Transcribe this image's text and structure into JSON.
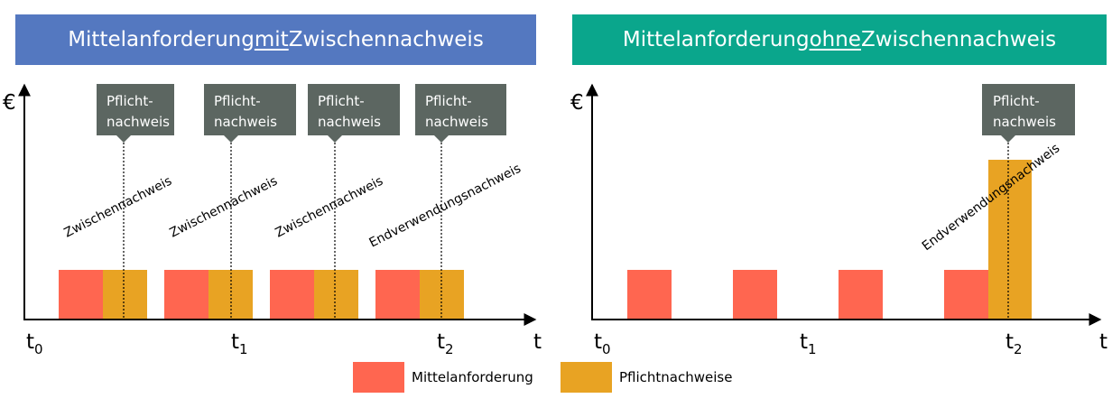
{
  "colors": {
    "left_header": "#5478c0",
    "right_header": "#0aa68c",
    "mittelanforderung": "#ff6650",
    "pflichtnachweise": "#e8a323",
    "callout": "#5c6661",
    "axis": "#000000"
  },
  "panels": {
    "left": {
      "title_pre": "Mittelanforderung ",
      "title_em": "mit",
      "title_post": " Zwischennachweis",
      "y_axis_symbol": "€",
      "x_axis_symbol": "t",
      "time_labels": [
        {
          "base": "t",
          "sub": "0"
        },
        {
          "base": "t",
          "sub": "1"
        },
        {
          "base": "t",
          "sub": "2"
        }
      ],
      "callout_text": [
        "Pflicht-",
        "nachweis"
      ],
      "proof_labels": [
        "Zwischennachweis",
        "Zwischennachweis",
        "Zwischennachweis",
        "Endverwendungsnachweis"
      ]
    },
    "right": {
      "title_pre": "Mittelanforderung ",
      "title_em": "ohne",
      "title_post": " Zwischennachweis",
      "y_axis_symbol": "€",
      "x_axis_symbol": "t",
      "time_labels": [
        {
          "base": "t",
          "sub": "0"
        },
        {
          "base": "t",
          "sub": "1"
        },
        {
          "base": "t",
          "sub": "2"
        }
      ],
      "callout_text": [
        "Pflicht-",
        "nachweis"
      ],
      "proof_labels": [
        "Endverwendungsnachweis"
      ]
    }
  },
  "legend": {
    "items": [
      {
        "label": "Mittelanforderung",
        "color_key": "mittelanforderung"
      },
      {
        "label": "Pflichtnachweise",
        "color_key": "pflichtnachweise"
      }
    ]
  }
}
